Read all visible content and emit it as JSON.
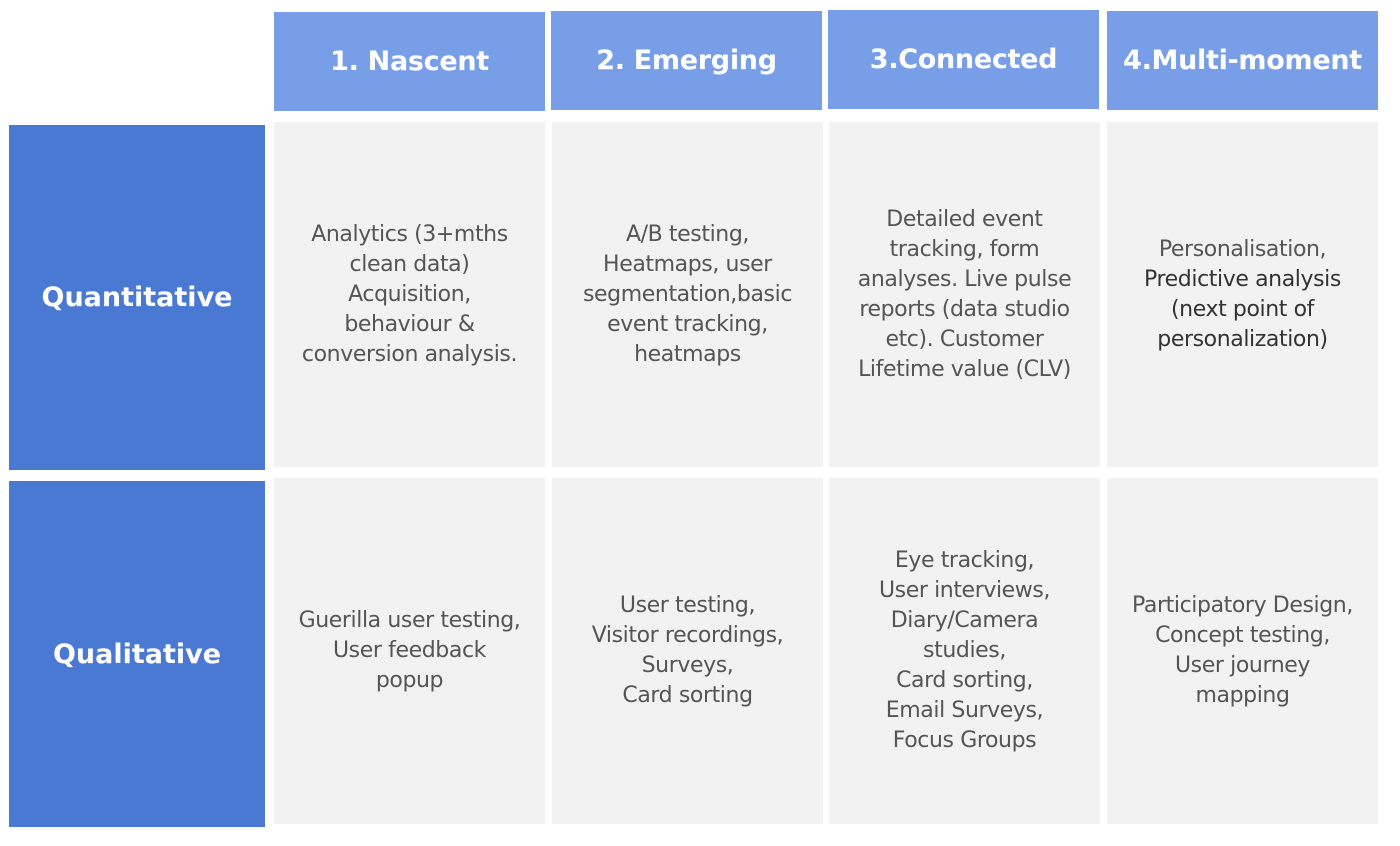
{
  "columns": [
    {
      "label": "1. Nascent"
    },
    {
      "label": "2. Emerging"
    },
    {
      "label": "3.Connected"
    },
    {
      "label": "4.Multi-moment"
    }
  ],
  "rows": [
    {
      "label": "Quantitative",
      "cells": [
        {
          "lines": [
            "Analytics (3+mths",
            "clean data)",
            "Acquisition,",
            "behaviour &",
            "conversion analysis."
          ]
        },
        {
          "lines": [
            "A/B testing,",
            "Heatmaps, user",
            "segmentation,basic",
            "event tracking,",
            "heatmaps"
          ]
        },
        {
          "lines": [
            "Detailed event",
            "tracking, form",
            "analyses. Live pulse",
            "reports (data studio",
            "etc). Customer",
            "Lifetime value (CLV)"
          ]
        },
        {
          "lines": [
            "Personalisation,",
            "Predictive analysis",
            "(next point of",
            "personalization)"
          ]
        }
      ]
    },
    {
      "label": "Qualitative",
      "cells": [
        {
          "lines": [
            "Guerilla user testing,",
            "User feedback",
            "popup"
          ]
        },
        {
          "lines": [
            "User testing,",
            "Visitor recordings,",
            "Surveys,",
            "Card sorting"
          ]
        },
        {
          "lines": [
            "Eye tracking,",
            "User interviews,",
            "Diary/Camera",
            "studies,",
            "Card sorting,",
            "Email Surveys,",
            "Focus Groups"
          ]
        },
        {
          "lines": [
            "Participatory Design,",
            "Concept testing,",
            "User journey",
            "mapping"
          ]
        }
      ]
    }
  ],
  "colors": {
    "column_header_bg": "#779ee7",
    "row_header_bg": "#4a79d3",
    "cell_bg": "#f2f2f2",
    "text_light": "#ffffff",
    "text_body": "#555555"
  }
}
